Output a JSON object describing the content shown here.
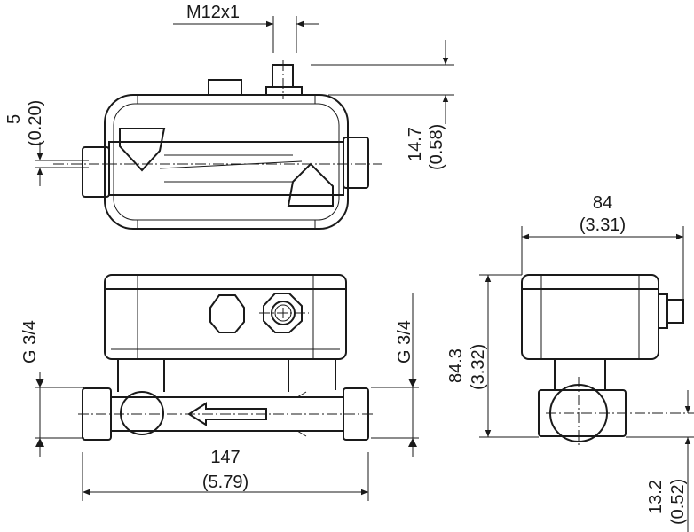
{
  "dimensions": {
    "thread": "M12x1",
    "connector_height": {
      "mm": "14.7",
      "in": "(0.58)"
    },
    "offset": {
      "mm": "5",
      "in": "(0.20)"
    },
    "length": {
      "mm": "147",
      "in": "(5.79)"
    },
    "width": {
      "mm": "84",
      "in": "(3.31)"
    },
    "height": {
      "mm": "84.3",
      "in": "(3.32)"
    },
    "pipe_axis": {
      "mm": "13.2",
      "in": "(0.52)"
    },
    "thread_left": "G 3/4",
    "thread_right": "G 3/4"
  }
}
